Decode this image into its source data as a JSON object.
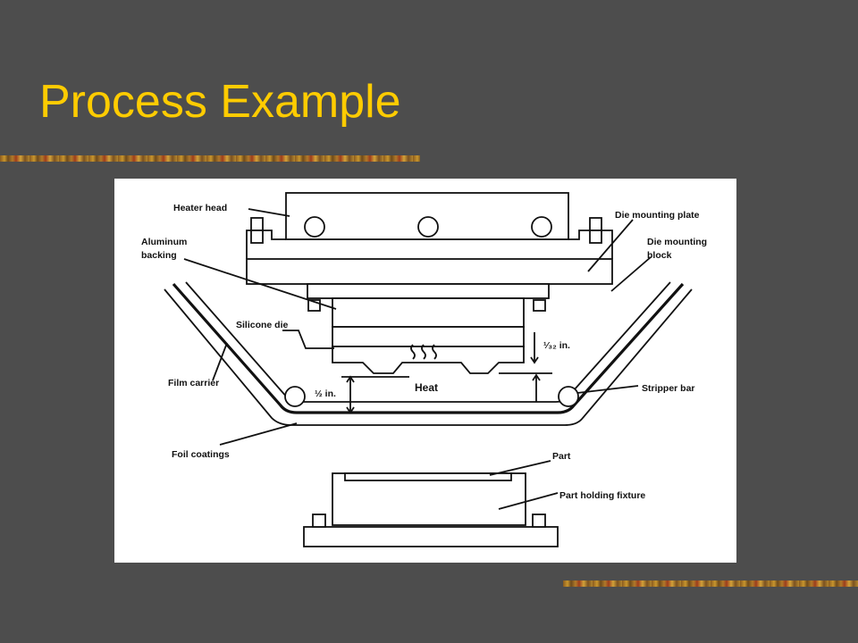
{
  "slide": {
    "title": "Process Example",
    "title_color": "#ffcc00",
    "background_color": "#4d4d4d"
  },
  "diagram": {
    "labels": {
      "heater_head": "Heater head",
      "die_mounting_plate": "Die mounting plate",
      "die_mounting_block_1": "Die mounting",
      "die_mounting_block_2": "block",
      "aluminum_backing_1": "Aluminum",
      "aluminum_backing_2": "backing",
      "silicone_die": "Silicone die",
      "gap_top": "¹⁄₃₂ in.",
      "heat": "Heat",
      "gap_bottom": "½ in.",
      "film_carrier": "Film carrier",
      "stripper_bar": "Stripper bar",
      "foil_coatings": "Foil coatings",
      "part": "Part",
      "part_holding_fixture": "Part holding fixture"
    }
  }
}
